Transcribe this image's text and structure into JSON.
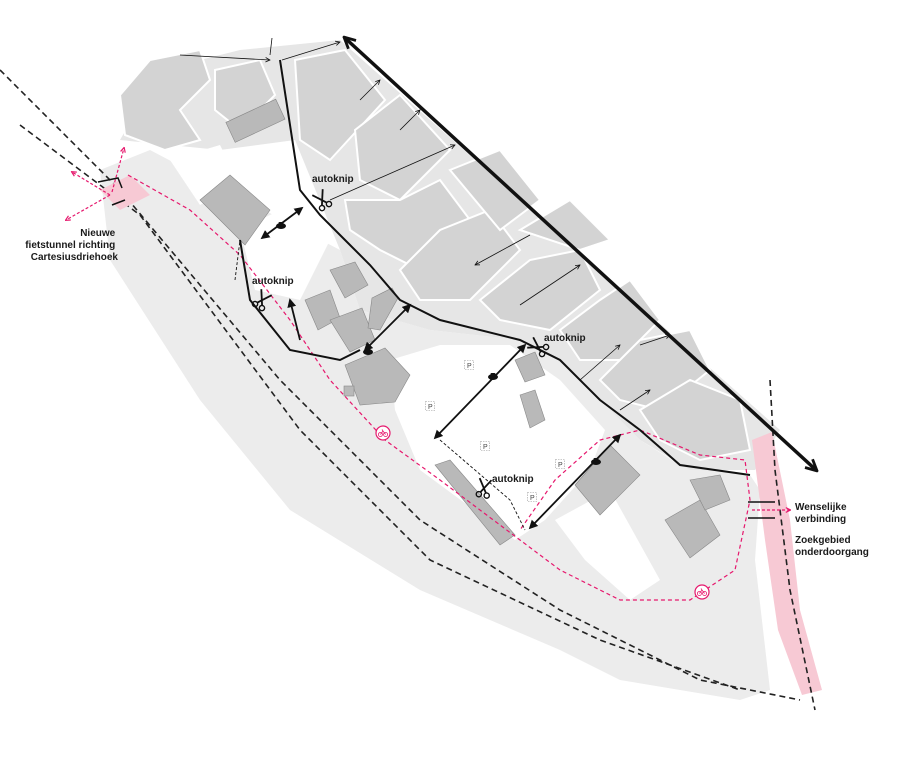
{
  "labels": {
    "autoknip": "autoknip",
    "tunnel_line1": "Nieuwe",
    "tunnel_line2": "fietstunnel richting",
    "tunnel_line3": "Cartesiusdriehoek",
    "wens_line1": "Wenselijke",
    "wens_line2": "verbinding",
    "zoek_line1": "Zoekgebied",
    "zoek_line2": "onderdoorgang",
    "parking": "P"
  },
  "colors": {
    "block": "#d3d3d3",
    "building": "#b9b9b9",
    "ground": "#ececec",
    "lot": "#ffffff",
    "route": "#111111",
    "bike": "#e6186d",
    "zone": "#f7c9d4",
    "rail": "#222222"
  },
  "icons": [
    "scissors-icon",
    "car-icon",
    "bicycle-icon",
    "parking-icon",
    "arrow-icon"
  ]
}
